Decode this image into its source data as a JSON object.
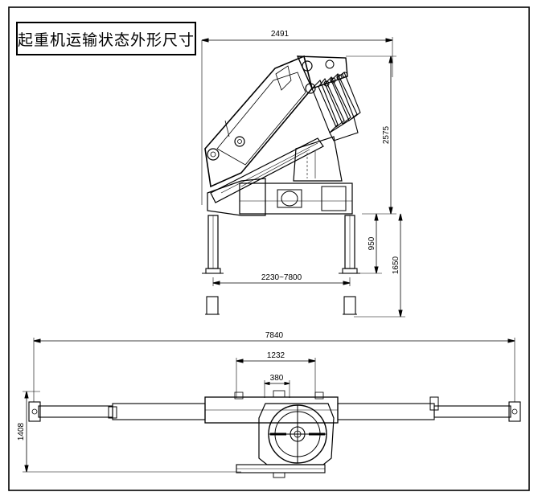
{
  "title": "起重机运输状态外形尺寸",
  "dimensions": {
    "top_width": "2491",
    "height_total": "2575",
    "outrigger_span": "2230~7800",
    "outrigger_height": "950",
    "overall_height": "1650",
    "plan_length": "7840",
    "plan_mid": "1232",
    "plan_small": "380",
    "plan_width": "1408"
  }
}
